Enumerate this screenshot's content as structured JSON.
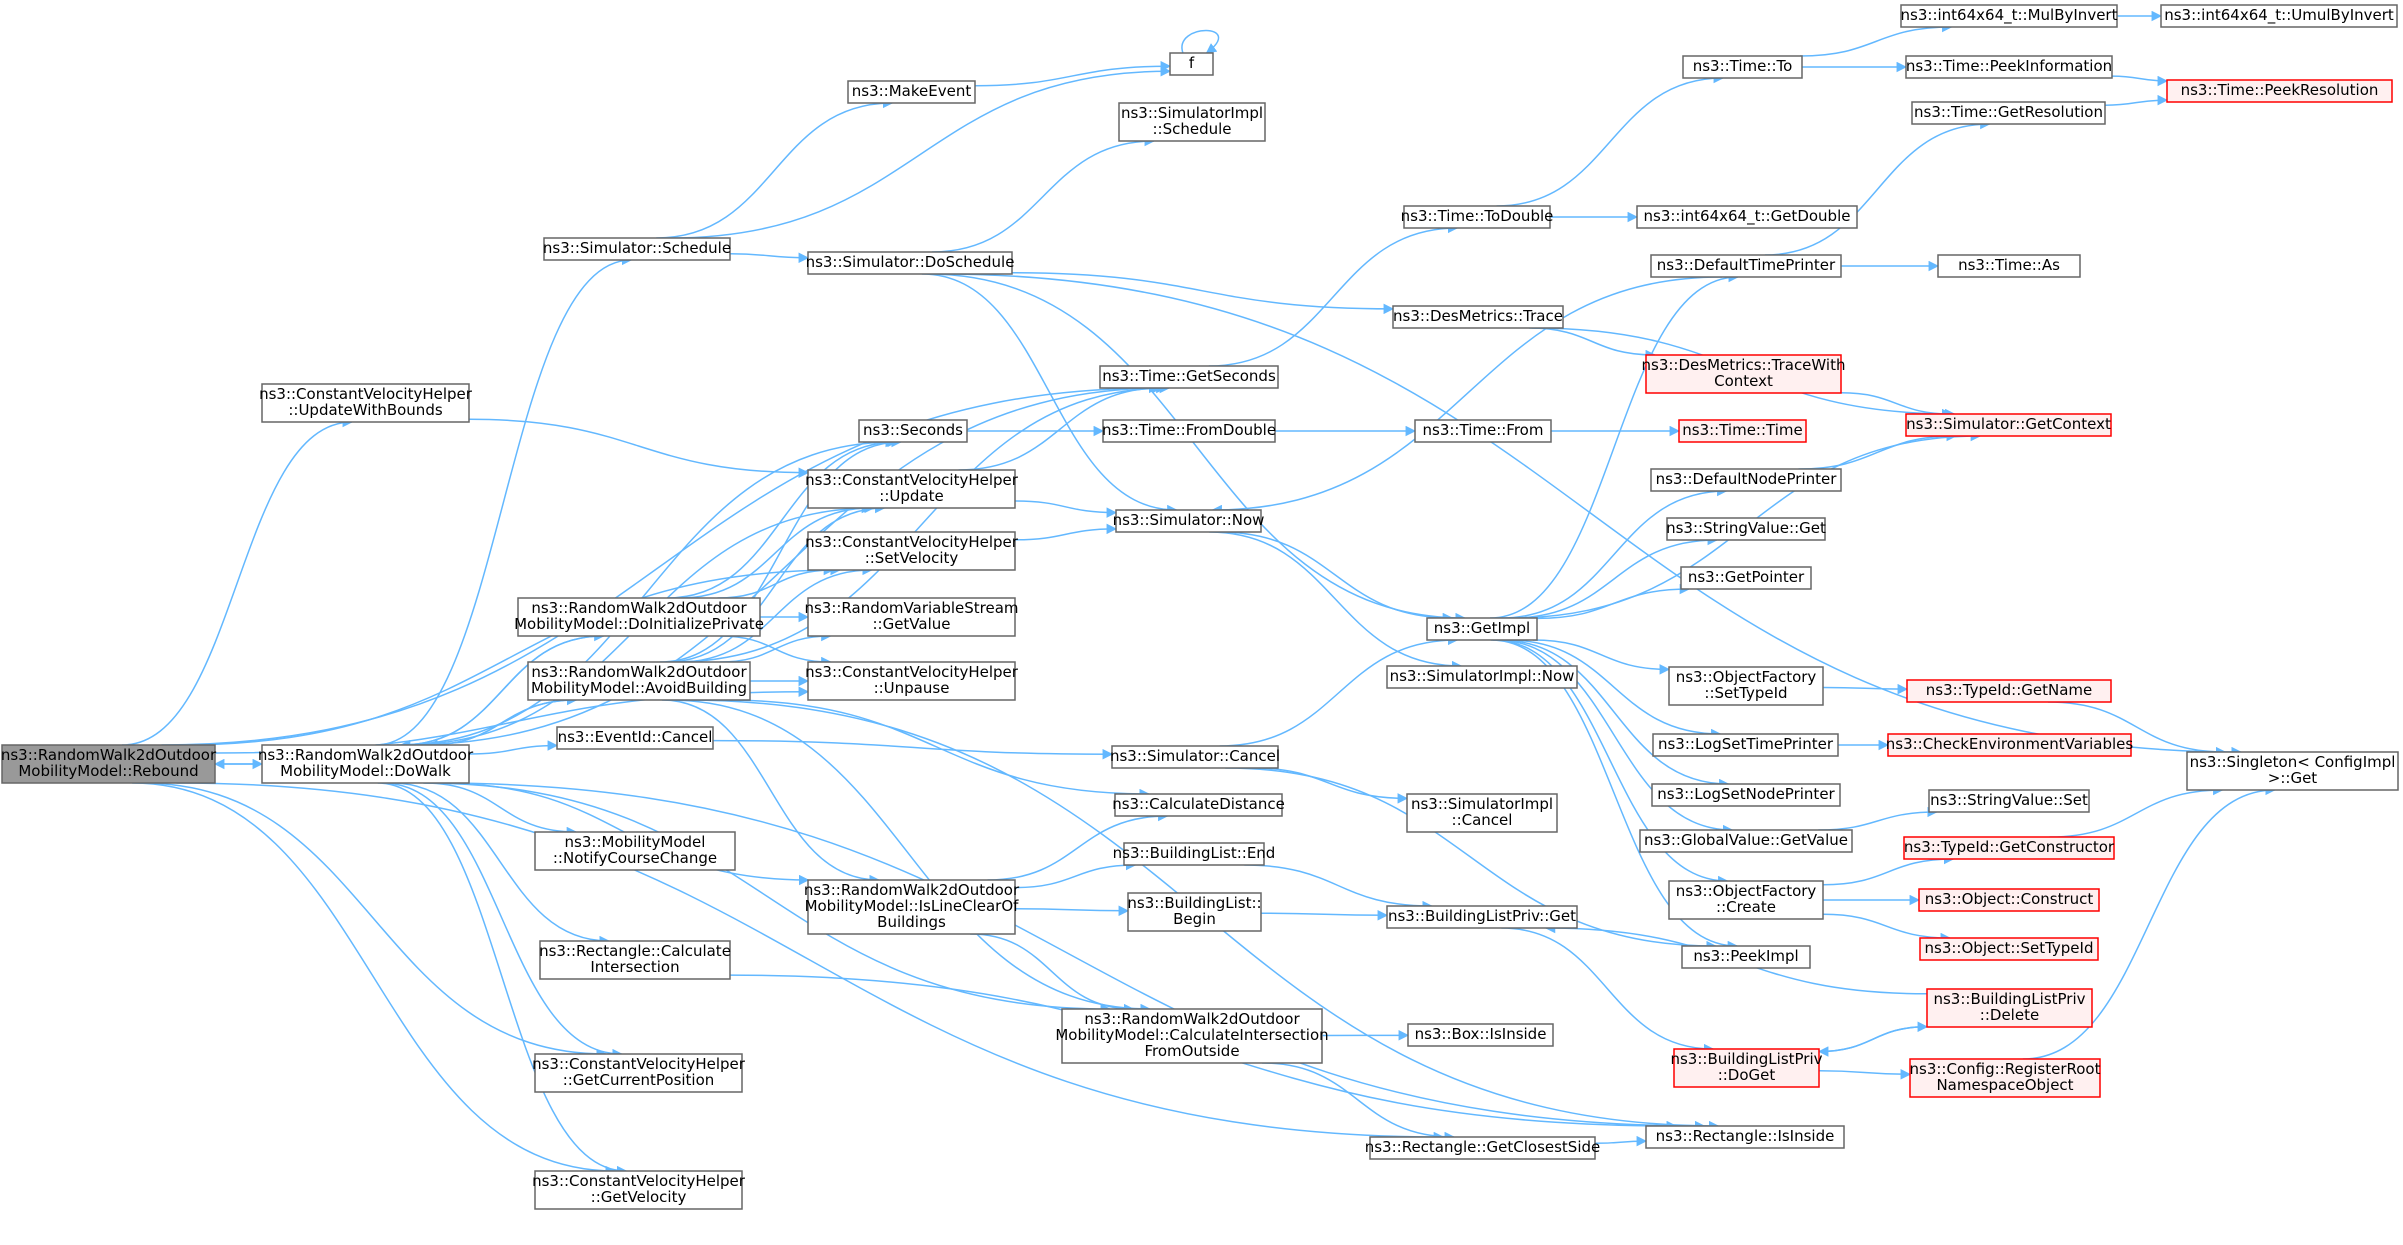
{
  "colors": {
    "edge": "#63b8ff",
    "node_border": "#666666",
    "highlight_border": "#ff0000",
    "highlight_fill": "#fff0f0",
    "root_fill": "#999999"
  },
  "nodes": {
    "rebound": {
      "lines": [
        "ns3::RandomWalk2dOutdoor",
        "MobilityModel::Rebound"
      ],
      "style": "root"
    },
    "dowalk": {
      "lines": [
        "ns3::RandomWalk2dOutdoor",
        "MobilityModel::DoWalk"
      ]
    },
    "cvh_updatewithbounds": {
      "lines": [
        "ns3::ConstantVelocityHelper",
        "::UpdateWithBounds"
      ]
    },
    "sim_schedule": {
      "lines": [
        "ns3::Simulator::Schedule"
      ]
    },
    "makeevent": {
      "lines": [
        "ns3::MakeEvent"
      ]
    },
    "f": {
      "lines": [
        "f"
      ]
    },
    "simimpl_schedule": {
      "lines": [
        "ns3::SimulatorImpl",
        "::Schedule"
      ]
    },
    "sim_doschedule": {
      "lines": [
        "ns3::Simulator::DoSchedule"
      ]
    },
    "time_getseconds": {
      "lines": [
        "ns3::Time::GetSeconds"
      ]
    },
    "seconds": {
      "lines": [
        "ns3::Seconds"
      ]
    },
    "cvh_update": {
      "lines": [
        "ns3::ConstantVelocityHelper",
        "::Update"
      ]
    },
    "cvh_setvelocity": {
      "lines": [
        "ns3::ConstantVelocityHelper",
        "::SetVelocity"
      ]
    },
    "doinitialize": {
      "lines": [
        "ns3::RandomWalk2dOutdoor",
        "MobilityModel::DoInitializePrivate"
      ]
    },
    "rvs_getvalue": {
      "lines": [
        "ns3::RandomVariableStream",
        "::GetValue"
      ]
    },
    "avoidbuilding": {
      "lines": [
        "ns3::RandomWalk2dOutdoor",
        "MobilityModel::AvoidBuilding"
      ]
    },
    "cvh_unpause": {
      "lines": [
        "ns3::ConstantVelocityHelper",
        "::Unpause"
      ]
    },
    "eventid_cancel": {
      "lines": [
        "ns3::EventId::Cancel"
      ]
    },
    "calcdistance": {
      "lines": [
        "ns3::CalculateDistance"
      ]
    },
    "notifycourse": {
      "lines": [
        "ns3::MobilityModel",
        "::NotifyCourseChange"
      ]
    },
    "islineclear": {
      "lines": [
        "ns3::RandomWalk2dOutdoor",
        "MobilityModel::IsLineClearOf",
        "Buildings"
      ]
    },
    "rect_calcint": {
      "lines": [
        "ns3::Rectangle::Calculate",
        "Intersection"
      ]
    },
    "cvh_getpos": {
      "lines": [
        "ns3::ConstantVelocityHelper",
        "::GetCurrentPosition"
      ]
    },
    "cvh_getvel": {
      "lines": [
        "ns3::ConstantVelocityHelper",
        "::GetVelocity"
      ]
    },
    "time_fromdouble": {
      "lines": [
        "ns3::Time::FromDouble"
      ]
    },
    "sim_now": {
      "lines": [
        "ns3::Simulator::Now"
      ]
    },
    "sim_cancel": {
      "lines": [
        "ns3::Simulator::Cancel"
      ]
    },
    "bl_end": {
      "lines": [
        "ns3::BuildingList::End"
      ]
    },
    "bl_begin": {
      "lines": [
        "ns3::BuildingList::",
        "Begin"
      ]
    },
    "calcintfromoutside": {
      "lines": [
        "ns3::RandomWalk2dOutdoor",
        "MobilityModel::CalculateIntersection",
        "FromOutside"
      ]
    },
    "time_to": {
      "lines": [
        "ns3::Time::To"
      ]
    },
    "time_todouble": {
      "lines": [
        "ns3::Time::ToDouble"
      ]
    },
    "desmetrics_trace": {
      "lines": [
        "ns3::DesMetrics::Trace"
      ]
    },
    "desmetrics_tracewith": {
      "lines": [
        "ns3::DesMetrics::TraceWith",
        "Context"
      ],
      "style": "red"
    },
    "time_from": {
      "lines": [
        "ns3::Time::From"
      ]
    },
    "getimpl": {
      "lines": [
        "ns3::GetImpl"
      ]
    },
    "simimpl_now": {
      "lines": [
        "ns3::SimulatorImpl::Now"
      ]
    },
    "simimpl_cancel": {
      "lines": [
        "ns3::SimulatorImpl",
        "::Cancel"
      ]
    },
    "blp_get": {
      "lines": [
        "ns3::BuildingListPriv::Get"
      ]
    },
    "box_isinside": {
      "lines": [
        "ns3::Box::IsInside"
      ]
    },
    "rect_closestside": {
      "lines": [
        "ns3::Rectangle::GetClosestSide"
      ]
    },
    "int64_mulbyinvert": {
      "lines": [
        "ns3::int64x64_t::MulByInvert"
      ]
    },
    "int64_umulbyinvert": {
      "lines": [
        "ns3::int64x64_t::UmulByInvert"
      ]
    },
    "time_peekinfo": {
      "lines": [
        "ns3::Time::PeekInformation"
      ]
    },
    "time_peekres": {
      "lines": [
        "ns3::Time::PeekResolution"
      ],
      "style": "red"
    },
    "time_getres": {
      "lines": [
        "ns3::Time::GetResolution"
      ]
    },
    "int64_getdouble": {
      "lines": [
        "ns3::int64x64_t::GetDouble"
      ]
    },
    "defaulttimeprinter": {
      "lines": [
        "ns3::DefaultTimePrinter"
      ]
    },
    "time_as": {
      "lines": [
        "ns3::Time::As"
      ]
    },
    "sim_getcontext": {
      "lines": [
        "ns3::Simulator::GetContext"
      ],
      "style": "red"
    },
    "time_time": {
      "lines": [
        "ns3::Time::Time"
      ],
      "style": "red"
    },
    "defaultnodeprinter": {
      "lines": [
        "ns3::DefaultNodePrinter"
      ]
    },
    "stringvalue_get": {
      "lines": [
        "ns3::StringValue::Get"
      ]
    },
    "getpointer": {
      "lines": [
        "ns3::GetPointer"
      ]
    },
    "objfactory_settypeid": {
      "lines": [
        "ns3::ObjectFactory",
        "::SetTypeId"
      ]
    },
    "typeid_getname": {
      "lines": [
        "ns3::TypeId::GetName"
      ],
      "style": "red"
    },
    "singleton_get": {
      "lines": [
        "ns3::Singleton< ConfigImpl",
        " >::Get"
      ]
    },
    "logsettimeprinter": {
      "lines": [
        "ns3::LogSetTimePrinter"
      ]
    },
    "checkenv": {
      "lines": [
        "ns3::CheckEnvironmentVariables"
      ],
      "style": "red"
    },
    "logsetnodeprinter": {
      "lines": [
        "ns3::LogSetNodePrinter"
      ]
    },
    "stringvalue_set": {
      "lines": [
        "ns3::StringValue::Set"
      ]
    },
    "globalvalue_getvalue": {
      "lines": [
        "ns3::GlobalValue::GetValue"
      ]
    },
    "typeid_getconstructor": {
      "lines": [
        "ns3::TypeId::GetConstructor"
      ],
      "style": "red"
    },
    "objfactory_create": {
      "lines": [
        "ns3::ObjectFactory",
        "::Create"
      ]
    },
    "object_construct": {
      "lines": [
        "ns3::Object::Construct"
      ],
      "style": "red"
    },
    "object_settypeid": {
      "lines": [
        "ns3::Object::SetTypeId"
      ],
      "style": "red"
    },
    "peekimpl": {
      "lines": [
        "ns3::PeekImpl"
      ]
    },
    "blp_delete": {
      "lines": [
        "ns3::BuildingListPriv",
        "::Delete"
      ],
      "style": "red"
    },
    "blp_doget": {
      "lines": [
        "ns3::BuildingListPriv",
        "::DoGet"
      ],
      "style": "red"
    },
    "config_registerroot": {
      "lines": [
        "ns3::Config::RegisterRoot",
        "NamespaceObject"
      ],
      "style": "red"
    },
    "rect_isinside": {
      "lines": [
        "ns3::Rectangle::IsInside"
      ]
    }
  },
  "edges": [
    [
      "rebound",
      "dowalk"
    ],
    [
      "rebound",
      "cvh_updatewithbounds"
    ],
    [
      "rebound",
      "time_getseconds"
    ],
    [
      "rebound",
      "cvh_setvelocity"
    ],
    [
      "rebound",
      "cvh_getpos"
    ],
    [
      "rebound",
      "cvh_getvel"
    ],
    [
      "rebound",
      "cvh_unpause"
    ],
    [
      "rebound",
      "rect_closestside"
    ],
    [
      "dowalk",
      "rebound"
    ],
    [
      "dowalk",
      "sim_schedule"
    ],
    [
      "dowalk",
      "time_getseconds"
    ],
    [
      "dowalk",
      "seconds"
    ],
    [
      "dowalk",
      "cvh_update"
    ],
    [
      "dowalk",
      "doinitialize"
    ],
    [
      "dowalk",
      "avoidbuilding"
    ],
    [
      "dowalk",
      "eventid_cancel"
    ],
    [
      "dowalk",
      "notifycourse"
    ],
    [
      "dowalk",
      "islineclear"
    ],
    [
      "dowalk",
      "rect_calcint"
    ],
    [
      "dowalk",
      "cvh_getpos"
    ],
    [
      "dowalk",
      "cvh_getvel"
    ],
    [
      "dowalk",
      "calcintfromoutside"
    ],
    [
      "dowalk",
      "rect_isinside"
    ],
    [
      "cvh_updatewithbounds",
      "cvh_update"
    ],
    [
      "sim_schedule",
      "makeevent"
    ],
    [
      "sim_schedule",
      "f"
    ],
    [
      "sim_schedule",
      "sim_doschedule"
    ],
    [
      "makeevent",
      "f"
    ],
    [
      "f",
      "f"
    ],
    [
      "sim_doschedule",
      "simimpl_schedule"
    ],
    [
      "sim_doschedule",
      "singleton_get"
    ],
    [
      "sim_doschedule",
      "desmetrics_trace"
    ],
    [
      "sim_doschedule",
      "getimpl"
    ],
    [
      "sim_doschedule",
      "sim_now"
    ],
    [
      "time_getseconds",
      "time_todouble"
    ],
    [
      "seconds",
      "time_fromdouble"
    ],
    [
      "cvh_update",
      "time_getseconds"
    ],
    [
      "cvh_update",
      "sim_now"
    ],
    [
      "cvh_setvelocity",
      "sim_now"
    ],
    [
      "doinitialize",
      "seconds"
    ],
    [
      "doinitialize",
      "cvh_update"
    ],
    [
      "doinitialize",
      "cvh_setvelocity"
    ],
    [
      "doinitialize",
      "rvs_getvalue"
    ],
    [
      "doinitialize",
      "cvh_unpause"
    ],
    [
      "doinitialize",
      "dowalk"
    ],
    [
      "avoidbuilding",
      "seconds"
    ],
    [
      "avoidbuilding",
      "cvh_update"
    ],
    [
      "avoidbuilding",
      "cvh_setvelocity"
    ],
    [
      "avoidbuilding",
      "rvs_getvalue"
    ],
    [
      "avoidbuilding",
      "cvh_unpause"
    ],
    [
      "avoidbuilding",
      "time_getseconds"
    ],
    [
      "avoidbuilding",
      "calcdistance"
    ],
    [
      "avoidbuilding",
      "islineclear"
    ],
    [
      "avoidbuilding",
      "calcintfromoutside"
    ],
    [
      "avoidbuilding",
      "rect_isinside"
    ],
    [
      "avoidbuilding",
      "dowalk"
    ],
    [
      "eventid_cancel",
      "sim_cancel"
    ],
    [
      "islineclear",
      "calcdistance"
    ],
    [
      "islineclear",
      "bl_end"
    ],
    [
      "islineclear",
      "bl_begin"
    ],
    [
      "islineclear",
      "calcintfromoutside"
    ],
    [
      "rect_calcint",
      "rect_isinside"
    ],
    [
      "time_fromdouble",
      "time_from"
    ],
    [
      "sim_now",
      "getimpl"
    ],
    [
      "sim_now",
      "simimpl_now"
    ],
    [
      "sim_cancel",
      "getimpl"
    ],
    [
      "sim_cancel",
      "simimpl_cancel"
    ],
    [
      "sim_cancel",
      "peekimpl"
    ],
    [
      "bl_end",
      "blp_get"
    ],
    [
      "bl_begin",
      "blp_get"
    ],
    [
      "calcintfromoutside",
      "box_isinside"
    ],
    [
      "calcintfromoutside",
      "rect_closestside"
    ],
    [
      "time_to",
      "int64_mulbyinvert"
    ],
    [
      "time_to",
      "time_peekinfo"
    ],
    [
      "int64_mulbyinvert",
      "int64_umulbyinvert"
    ],
    [
      "time_peekinfo",
      "time_peekres"
    ],
    [
      "time_getres",
      "time_peekres"
    ],
    [
      "time_todouble",
      "time_to"
    ],
    [
      "time_todouble",
      "int64_getdouble"
    ],
    [
      "desmetrics_trace",
      "desmetrics_tracewith"
    ],
    [
      "desmetrics_trace",
      "sim_getcontext"
    ],
    [
      "desmetrics_tracewith",
      "sim_getcontext"
    ],
    [
      "time_from",
      "time_time"
    ],
    [
      "defaulttimeprinter",
      "time_getres"
    ],
    [
      "defaulttimeprinter",
      "time_as"
    ],
    [
      "defaulttimeprinter",
      "sim_now"
    ],
    [
      "getimpl",
      "defaulttimeprinter"
    ],
    [
      "getimpl",
      "defaultnodeprinter"
    ],
    [
      "getimpl",
      "stringvalue_get"
    ],
    [
      "getimpl",
      "getpointer"
    ],
    [
      "getimpl",
      "objfactory_settypeid"
    ],
    [
      "getimpl",
      "logsettimeprinter"
    ],
    [
      "getimpl",
      "logsetnodeprinter"
    ],
    [
      "getimpl",
      "globalvalue_getvalue"
    ],
    [
      "getimpl",
      "objfactory_create"
    ],
    [
      "getimpl",
      "peekimpl"
    ],
    [
      "getimpl",
      "sim_getcontext"
    ],
    [
      "defaultnodeprinter",
      "sim_getcontext"
    ],
    [
      "objfactory_settypeid",
      "typeid_getname"
    ],
    [
      "typeid_getname",
      "singleton_get"
    ],
    [
      "logsettimeprinter",
      "checkenv"
    ],
    [
      "globalvalue_getvalue",
      "stringvalue_set"
    ],
    [
      "objfactory_create",
      "typeid_getconstructor"
    ],
    [
      "objfactory_create",
      "object_construct"
    ],
    [
      "objfactory_create",
      "object_settypeid"
    ],
    [
      "typeid_getconstructor",
      "singleton_get"
    ],
    [
      "blp_get",
      "blp_doget"
    ],
    [
      "blp_doget",
      "blp_delete"
    ],
    [
      "blp_doget",
      "config_registerroot"
    ],
    [
      "blp_delete",
      "blp_doget"
    ],
    [
      "blp_delete",
      "blp_get"
    ],
    [
      "config_registerroot",
      "singleton_get"
    ],
    [
      "rect_closestside",
      "rect_isinside"
    ]
  ]
}
